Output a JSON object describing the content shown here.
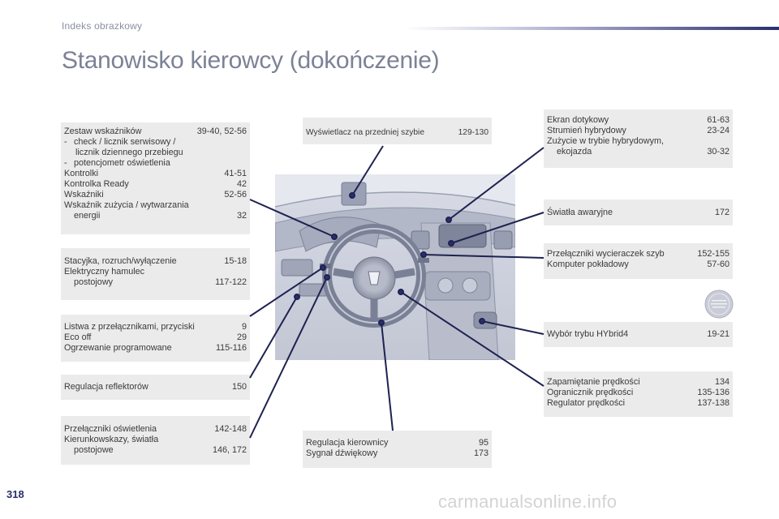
{
  "header": {
    "section": "Indeks obrazkowy"
  },
  "title": "Stanowisko kierowcy (dokończenie)",
  "page_number": "318",
  "watermark": "carmanualsonline.info",
  "boxes": {
    "instruments": {
      "line1_text": "Zestaw wskaźników",
      "line1_pages": "39-40, 52-56",
      "sub1": "check / licznik serwisowy /",
      "sub1b": "licznik dziennego przebiegu",
      "sub2": "potencjometr oświetlenia",
      "kontrolki": "Kontrolki",
      "kontrolki_pages": "41-51",
      "ready": "Kontrolka Ready",
      "ready_pages": "42",
      "wskazniki": "Wskaźniki",
      "wskazniki_pages": "52-56",
      "zuzycie1": "Wskaźnik zużycia / wytwarzania",
      "zuzycie2": "energii",
      "zuzycie_pages": "32"
    },
    "ignition": {
      "a": "Stacyjka, rozruch/wyłączenie",
      "a_pages": "15-18",
      "b1": "Elektryczny hamulec",
      "b2": "postojowy",
      "b_pages": "117-122"
    },
    "switches": {
      "a": "Listwa z przełącznikami, przyciski",
      "a_pages": "9",
      "b": "Eco off",
      "b_pages": "29",
      "c": "Ogrzewanie programowane",
      "c_pages": "115-116"
    },
    "headlamp": {
      "a": "Regulacja reflektorów",
      "a_pages": "150"
    },
    "lighting": {
      "a": "Przełączniki oświetlenia",
      "a_pages": "142-148",
      "b1": "Kierunkowskazy, światła",
      "b2": "postojowe",
      "b_pages": "146, 172"
    },
    "hud": {
      "a": "Wyświetlacz na przedniej szybie",
      "a_pages": "129-130"
    },
    "steering": {
      "a": "Regulacja kierownicy",
      "a_pages": "95",
      "b": "Sygnał dźwiękowy",
      "b_pages": "173"
    },
    "touchscreen": {
      "a": "Ekran dotykowy",
      "a_pages": "61-63",
      "b": "Strumień hybrydowy",
      "b_pages": "23-24",
      "c1": "Zużycie w trybie hybrydowym,",
      "c2": "ekojazda",
      "c_pages": "30-32"
    },
    "hazard": {
      "a": "Światła awaryjne",
      "a_pages": "172"
    },
    "wipers": {
      "a": "Przełączniki wycieraczek szyb",
      "a_pages": "152-155",
      "b": "Komputer pokładowy",
      "b_pages": "57-60"
    },
    "hybrid": {
      "a": "Wybór trybu HYbrid4",
      "a_pages": "19-21"
    },
    "speed": {
      "a": "Zapamiętanie prędkości",
      "a_pages": "134",
      "b": "Ogranicznik prędkości",
      "b_pages": "135-136",
      "c": "Regulator prędkości",
      "c_pages": "137-138"
    }
  },
  "colors": {
    "title": "#7c8296",
    "box_bg": "#ebebeb",
    "accent": "#2a2f6e",
    "line": "#1e2250"
  }
}
